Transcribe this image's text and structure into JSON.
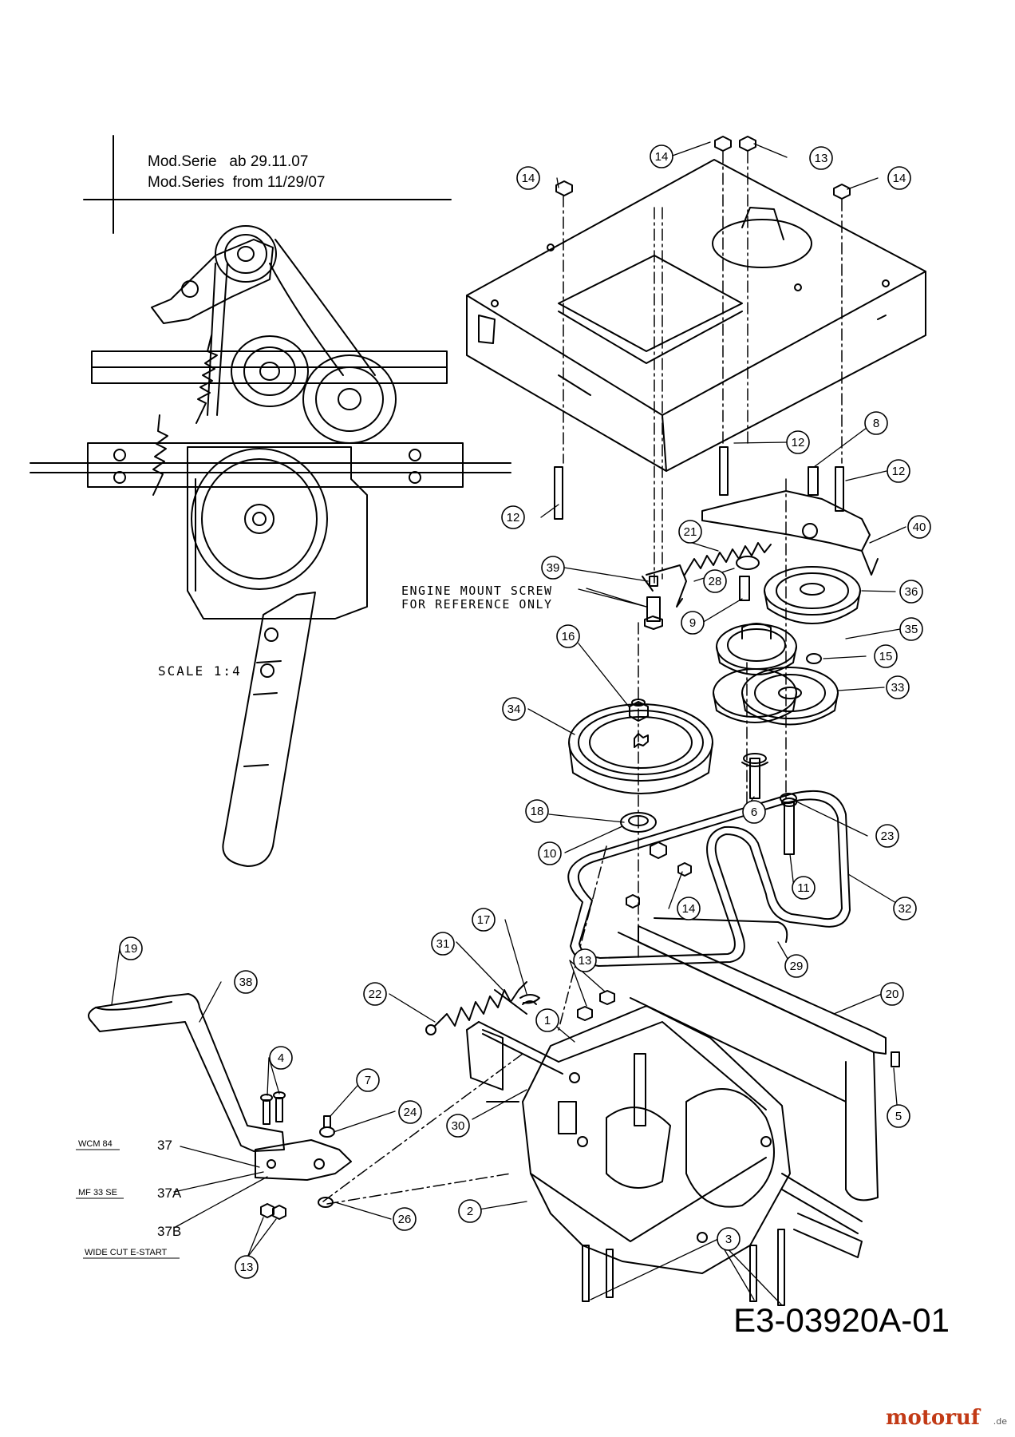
{
  "header": {
    "line1": "Mod.Serie   ab 29.11.07",
    "line2": "Mod.Series  from 11/29/07"
  },
  "notes": {
    "engine_mount_line1": "ENGINE MOUNT SCREW",
    "engine_mount_line2": "FOR REFERENCE ONLY",
    "scale": "SCALE 1:4"
  },
  "callouts": [
    "1",
    "2",
    "3",
    "4",
    "5",
    "6",
    "7",
    "8",
    "9",
    "10",
    "11",
    "12",
    "13",
    "14",
    "15",
    "16",
    "17",
    "18",
    "19",
    "20",
    "21",
    "22",
    "23",
    "24",
    "26",
    "28",
    "29",
    "30",
    "31",
    "32",
    "33",
    "34",
    "35",
    "36",
    "38",
    "39",
    "40"
  ],
  "variants": [
    {
      "label": "WCM 84",
      "number": "37"
    },
    {
      "label": "MF 33 SE",
      "number": "37A"
    },
    {
      "label": "WIDE CUT E-START",
      "number": "37B"
    }
  ],
  "drawing_number": "E3-03920A-01",
  "watermark": {
    "brand": "motoruf",
    "suffix": ".de"
  },
  "colors": {
    "line": "#000000",
    "watermark": "#c23a16"
  }
}
